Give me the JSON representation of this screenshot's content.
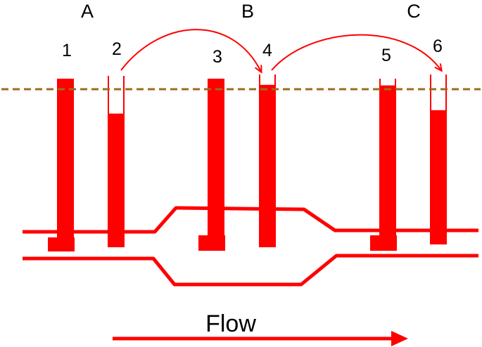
{
  "colors": {
    "fluid": "#ff0000",
    "reference_line": "#9c6b1e",
    "background": "#ffffff",
    "text": "#000000"
  },
  "sections": [
    {
      "label": "A"
    },
    {
      "label": "B"
    },
    {
      "label": "C"
    }
  ],
  "tubes": [
    {
      "label": "1",
      "fill_fraction": 1.0
    },
    {
      "label": "2",
      "fill_fraction": 0.78
    },
    {
      "label": "3",
      "fill_fraction": 1.0
    },
    {
      "label": "4",
      "fill_fraction": 0.94
    },
    {
      "label": "5",
      "fill_fraction": 0.96
    },
    {
      "label": "6",
      "fill_fraction": 0.79
    }
  ],
  "flow": {
    "label": "Flow",
    "arrow_icon": "right-arrow-icon"
  }
}
